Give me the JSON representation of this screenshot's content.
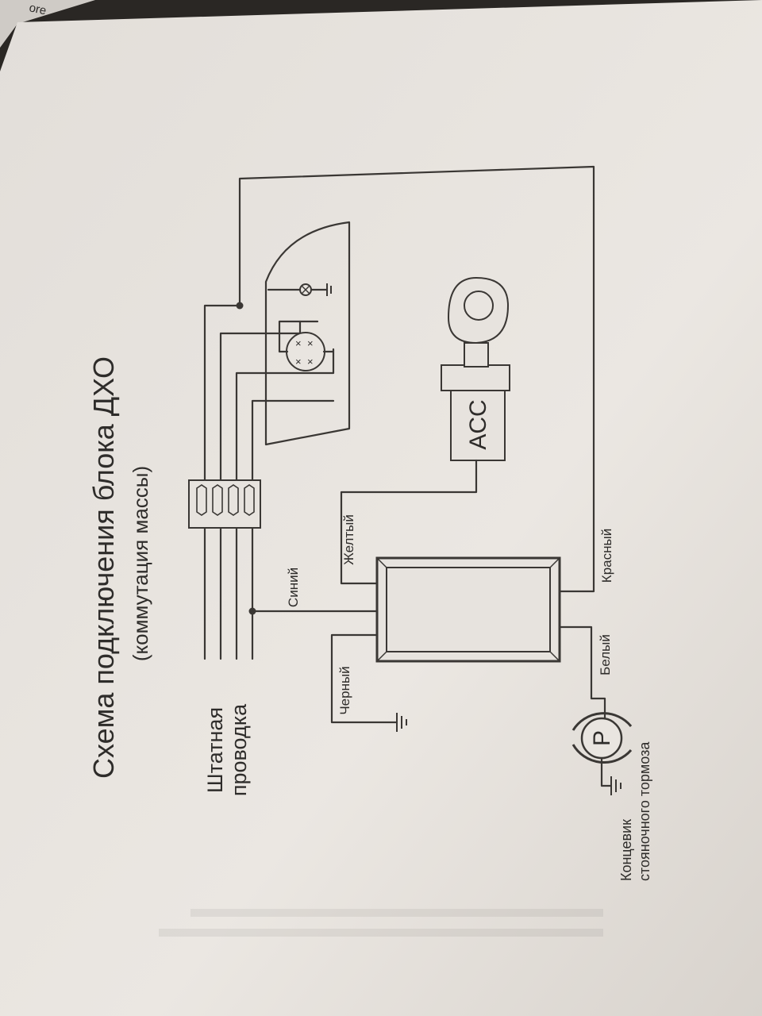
{
  "corner_text": "ore",
  "diagram": {
    "title": "Схема подключения блока ДХО",
    "subtitle": "(коммутация массы)",
    "harness_label": [
      "Штатная",
      "проводка"
    ],
    "acc_label": "ACC",
    "parking_symbol": "P",
    "parking_label": [
      "Концевик",
      "стояночного тормоза"
    ],
    "wires": {
      "blue": "Синий",
      "yellow": "Желтый",
      "black": "Черный",
      "red": "Красный",
      "white": "Белый"
    }
  },
  "colors": {
    "paper": "#e9e5e0",
    "ink": "#3a3734",
    "background": "#2a2724"
  }
}
